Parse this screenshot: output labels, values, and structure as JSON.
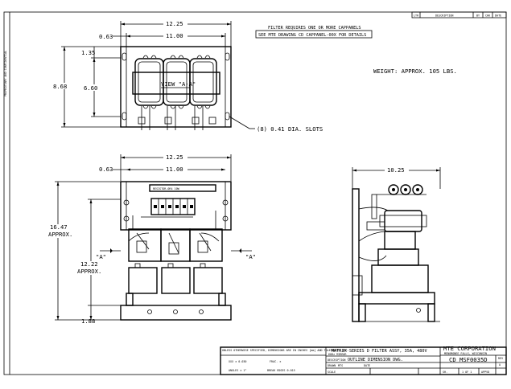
{
  "revision_block": {
    "col_ltr": "LTR",
    "col_description": "DESCRIPTION",
    "col_by": "BY",
    "col_chk": "CHK",
    "col_date": "DATE"
  },
  "side_margin_text": "PROPRIETARY AND CONFIDENTIAL",
  "notes": {
    "line1": "FILTER REQUIRES ONE OR MORE CAPPANELS",
    "line2": "SEE MTE DRAWING CD CAPPANEL-00X FOR DETAILS"
  },
  "weight": "WEIGHT: APPROX. 105 LBS.",
  "top_view": {
    "dim_overall": "12.25",
    "dim_inner": "11.00",
    "dim_offset": "0.63",
    "dim_height_total": "8.68",
    "dim_height_inner": "6.60",
    "dim_top_offset": "1.35",
    "view_label": "VIEW \"A-A\"",
    "slots": "(8) 0.41 DIA. SLOTS"
  },
  "front_view": {
    "dim_overall": "12.25",
    "dim_inner": "11.00",
    "dim_offset": "0.63",
    "dim_height_total": "16.47",
    "dim_height_total_note": "APPROX.",
    "dim_height_inner": "12.22",
    "dim_height_inner_note": "APPROX.",
    "dim_bottom": "1.88",
    "section_mark_left": "\"A\"",
    "section_mark_right": "\"A\"",
    "terminal_label": "RESISTOR-0R4 10W"
  },
  "side_view": {
    "dim_width": "10.25"
  },
  "title_block": {
    "tolerance_note": "UNLESS OTHERWISE SPECIFIED, DIMENSIONS ARE IN INCHES [mm] AND TOLERANCES ARE:",
    "decimal_tol": "XXX ± 0.030",
    "fract": "FRAC. ±",
    "angles": "ANGLES ± 1°",
    "break_edges": "BREAK EDGES 0.015",
    "title_line1": "MATRIX SERIES D FILTER ASSY, 35A, 480V",
    "title_line2": "60Hz MIRROR",
    "drawing_type": "OUTLINE DIMENSION DWG.",
    "description_label": "DESCRIPTION",
    "company": "MTE CORPORATION",
    "company_sub": "MENOMONEE FALLS, WISCONSIN",
    "drawing_number": "CD MSF0035D",
    "drawn_label": "DRAWN",
    "drawn_by": "MTS",
    "date_label": "DATE",
    "scale_label": "SCALE",
    "sheet_label": "SH.",
    "sheet": "1 OF 1",
    "rev_label": "REV",
    "rev": "A",
    "appvd_label": "APPVD"
  }
}
